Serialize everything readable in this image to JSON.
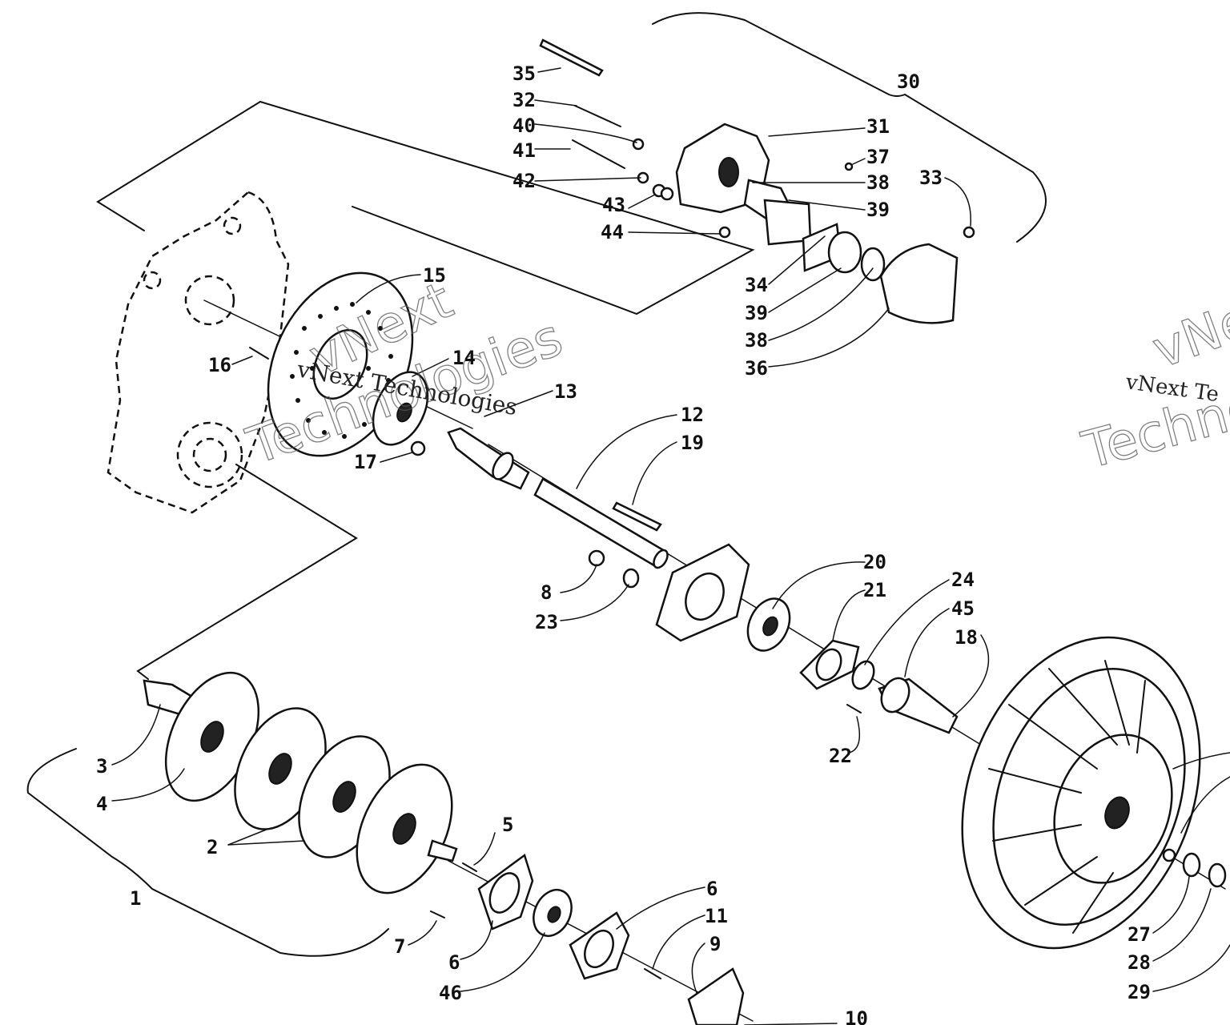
{
  "watermark": {
    "text_line1": "vNext Technologies",
    "outline_line1": "vNext",
    "outline_line2": "Technologies",
    "right_text": "vNext Te",
    "right_outline_1": "vNe",
    "right_outline_2": "Techno"
  },
  "callouts": {
    "c1": "1",
    "c2": "2",
    "c3": "3",
    "c4": "4",
    "c5": "5",
    "c6a": "6",
    "c6b": "6",
    "c7": "7",
    "c8": "8",
    "c9": "9",
    "c10": "10",
    "c11": "11",
    "c12": "12",
    "c13": "13",
    "c14": "14",
    "c15": "15",
    "c16": "16",
    "c17": "17",
    "c18": "18",
    "c19": "19",
    "c20": "20",
    "c21": "21",
    "c22": "22",
    "c23": "23",
    "c24": "24",
    "c27": "27",
    "c28": "28",
    "c29": "29",
    "c30": "30",
    "c31": "31",
    "c32": "32",
    "c33": "33",
    "c34": "34",
    "c35": "35",
    "c36": "36",
    "c37": "37",
    "c38a": "38",
    "c38b": "38",
    "c39a": "39",
    "c39b": "39",
    "c40": "40",
    "c41": "41",
    "c42": "42",
    "c43": "43",
    "c44": "44",
    "c45": "45",
    "c46": "46"
  }
}
